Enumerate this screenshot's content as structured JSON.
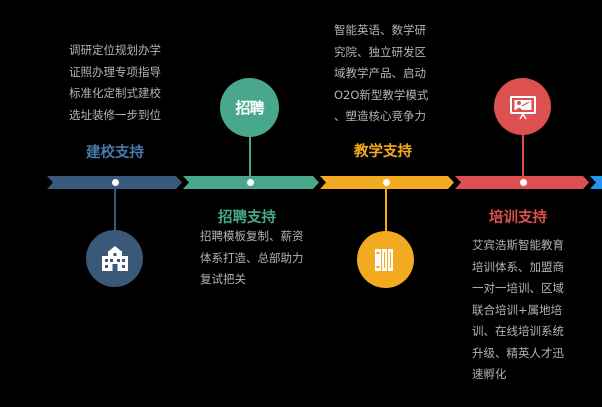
{
  "colors": {
    "background": "#000000",
    "navy": "#3a5878",
    "green": "#49a88c",
    "orange": "#f2aa21",
    "red": "#dc5150",
    "blue": "#2196f3",
    "desc_text": "#b3b3b3"
  },
  "stages": [
    {
      "title": "建校支持",
      "icon": "school-building-icon",
      "desc": [
        "调研定位规划办学",
        "证照办理专项指导",
        "标准化定制式建校",
        "选址装修一步到位"
      ]
    },
    {
      "title": "招聘支持",
      "icon": "recruit-character-icon",
      "icon_text": "招聘",
      "desc": [
        "招聘模板复制、薪资",
        "体系打造、总部助力",
        "复试把关"
      ]
    },
    {
      "title": "教学支持",
      "icon": "books-icon",
      "desc": [
        "智能英语、数学研",
        "究院、独立研发区",
        "域教学产品、启动",
        "O2O新型教学模式",
        "、塑造核心竞争力"
      ]
    },
    {
      "title": "培训支持",
      "icon": "teacher-board-icon",
      "desc": [
        "艾宾浩斯智能教育",
        "培训体系、加盟商",
        "一对一培训、区域",
        "联合培训+属地培",
        "训、在线培训系统",
        "升级、精英人才迅",
        "速孵化"
      ]
    }
  ]
}
